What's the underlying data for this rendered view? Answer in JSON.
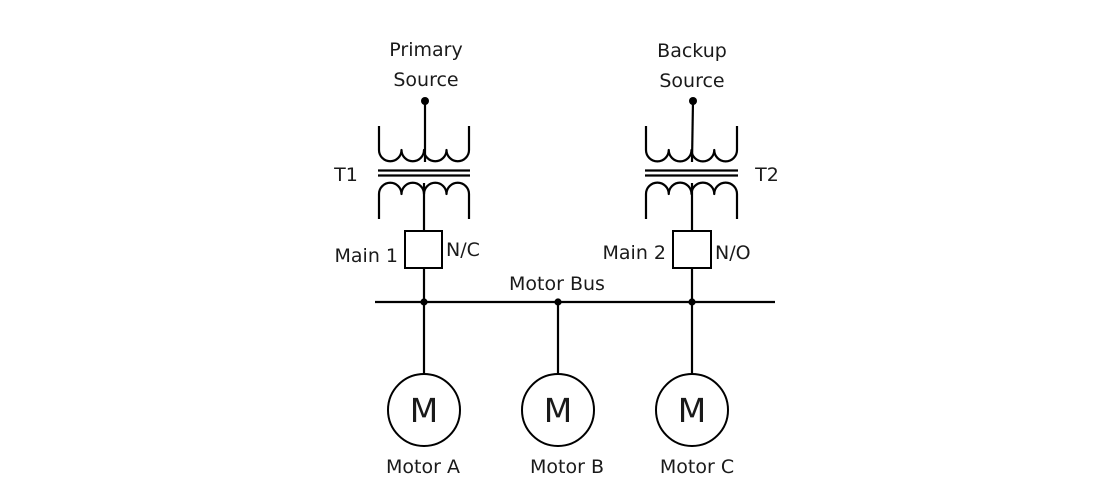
{
  "diagram": {
    "type": "single-line electrical diagram",
    "sources": [
      {
        "id": "primary",
        "label_line1": "Primary",
        "label_line2": "Source"
      },
      {
        "id": "backup",
        "label_line1": "Backup",
        "label_line2": "Source"
      }
    ],
    "transformers": [
      {
        "id": "T1",
        "label": "T1",
        "source": "primary"
      },
      {
        "id": "T2",
        "label": "T2",
        "source": "backup"
      }
    ],
    "breakers": [
      {
        "id": "main1",
        "label": "Main 1",
        "state": "N/C",
        "transformer": "T1"
      },
      {
        "id": "main2",
        "label": "Main 2",
        "state": "N/O",
        "transformer": "T2"
      }
    ],
    "bus": {
      "label": "Motor Bus"
    },
    "motors": [
      {
        "id": "motorA",
        "symbol": "M",
        "label": "Motor A"
      },
      {
        "id": "motorB",
        "symbol": "M",
        "label": "Motor B"
      },
      {
        "id": "motorC",
        "symbol": "M",
        "label": "Motor C"
      }
    ],
    "colors": {
      "line": "#000000",
      "text": "#1a1a1a",
      "background": "#ffffff"
    }
  }
}
